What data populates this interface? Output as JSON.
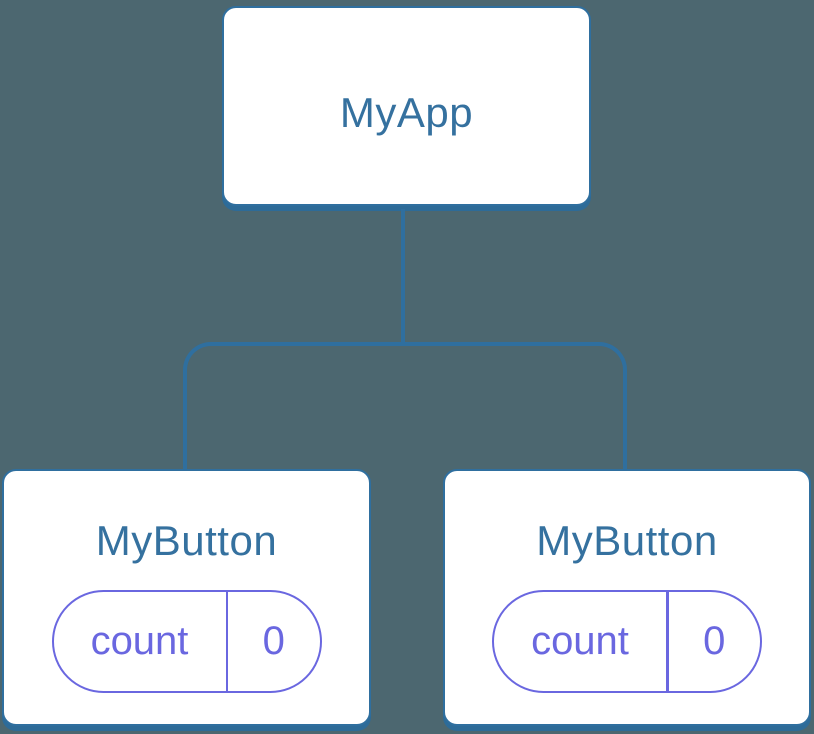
{
  "diagram": {
    "root": {
      "label": "MyApp"
    },
    "children": [
      {
        "label": "MyButton",
        "state_pill": {
          "name": "count",
          "value": "0"
        }
      },
      {
        "label": "MyButton",
        "state_pill": {
          "name": "count",
          "value": "0"
        }
      }
    ],
    "colors": {
      "background": "#4C6770",
      "node_fill": "#FFFFFF",
      "node_stroke": "#2F6F9F",
      "node_shadow": "#2D6B98",
      "label_blue": "#35719F",
      "state_purple": "#6A67E0"
    }
  }
}
